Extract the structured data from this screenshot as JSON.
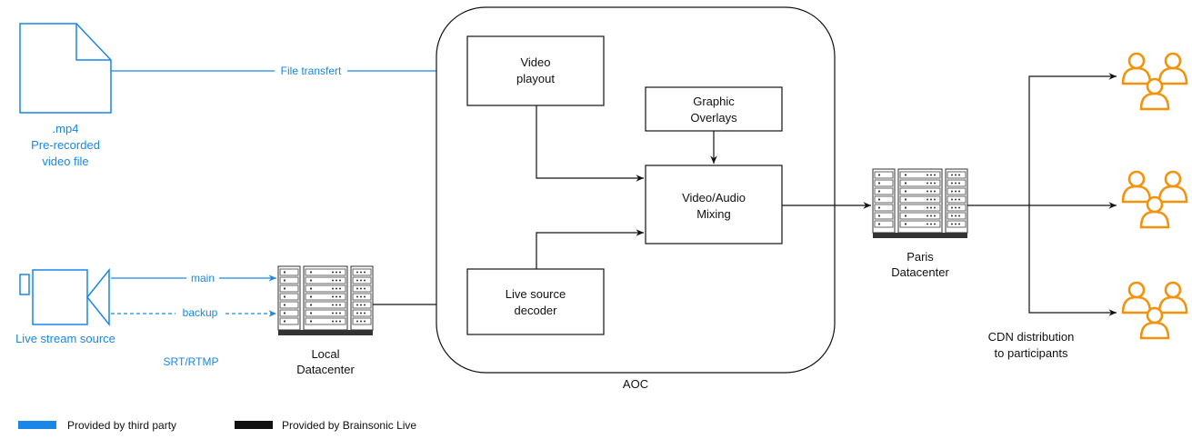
{
  "colors": {
    "third_party": "#1a86e8",
    "brainsonic": "#111111",
    "participants": "#f2930b"
  },
  "source_file": {
    "icon": "document-icon",
    "line1": ".mp4",
    "line2": "Pre-recorded",
    "line3": "video file"
  },
  "live_source": {
    "icon": "camera-icon",
    "label": "Live stream source",
    "protocol": "SRT/RTMP"
  },
  "edges": {
    "file_transfer": "File transfert",
    "main": "main",
    "backup": "backup"
  },
  "local_datacenter": {
    "icon": "server-rack-icon",
    "line1": "Local",
    "line2": "Datacenter"
  },
  "aoc": {
    "label": "AOC",
    "video_playout": {
      "line1": "Video",
      "line2": "playout"
    },
    "graphic_overlays": {
      "line1": "Graphic",
      "line2": "Overlays"
    },
    "mixing": {
      "line1": "Video/Audio",
      "line2": "Mixing"
    },
    "live_decoder": {
      "line1": "Live source",
      "line2": "decoder"
    }
  },
  "paris_datacenter": {
    "icon": "server-rack-icon",
    "line1": "Paris",
    "line2": "Datacenter"
  },
  "cdn": {
    "line1": "CDN distribution",
    "line2": "to participants"
  },
  "participants": {
    "icon": "users-group-icon",
    "count": 3
  },
  "legend": {
    "third_party": "Provided by third party",
    "brainsonic": "Provided by Brainsonic Live"
  }
}
